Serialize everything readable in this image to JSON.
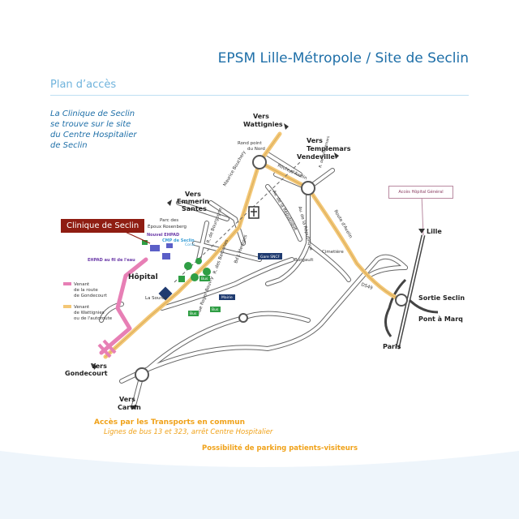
{
  "header": {
    "title": "EPSM Lille-Métropole / Site de Seclin",
    "section": "Plan d’accès"
  },
  "intro": {
    "lines": [
      "La Clinique de Seclin",
      "se trouve sur le site",
      "du Centre Hospitalier",
      "de Seclin"
    ]
  },
  "map": {
    "highlight": "Clinique de Seclin",
    "acces_box": "Accès Hôpital Général",
    "directions": {
      "wattignies": [
        "Vers",
        "Wattignies"
      ],
      "templemars": [
        "Vers",
        "Templemars",
        "Vendeville"
      ],
      "emmerin": [
        "Vers",
        "Emmerin",
        "Santes"
      ],
      "gondecourt": [
        "Vers",
        "Gondecourt"
      ],
      "carvin": [
        "Vers",
        "Carvin"
      ],
      "lille": "Lille",
      "sortie_seclin": "Sortie Seclin",
      "pont_a_marq": "Pont à Marq",
      "paris": "Paris"
    },
    "roads": {
      "rond_point": [
        "Rond point",
        "du Nord"
      ],
      "route_avelin_1": "Route d'Avelin",
      "route_avelin_2": "Route d'Avelin",
      "av_republique_1": "Av. de la République",
      "av_republique_2": "Av. de la République",
      "rue_maurice": "Maurice Bouchery",
      "rue_bourgogne": "R. de Bourgogne",
      "bd_hentges": "Bd J. Hentges",
      "rue_roger_bouvry": "Rue Roger Bouvry",
      "rue_baronnes": "R. des Baronnes",
      "d549": "D549",
      "rue_templemars": "R. de Templemars"
    },
    "places": {
      "parc": [
        "Parc des",
        "Époux Rosenberg"
      ],
      "nouvel_ehpad": "Nouvel EHPAD",
      "cmp": "CMP de Seclin",
      "coral": "Coral",
      "ehpad_fil": "EHPAD au fil de l'eau",
      "hopital": "Hôpital",
      "la_source": "La Source",
      "cimetiere": "Cimetière",
      "burgault": "Burgault",
      "gare": "Gare SNCF",
      "mairie": "Mairie",
      "bus1": "Bus",
      "bus2": "Bus",
      "bus3": "Bus"
    },
    "legend": {
      "pink": [
        "Venant",
        "de la route",
        "de Gondecourt"
      ],
      "yellow": [
        "Venant",
        "de Wattignies",
        "ou de l'autoroute"
      ]
    },
    "colors": {
      "main_route": "#f3c776",
      "gondecourt_route": "#e77fb5",
      "road": "#555555",
      "highlight": "#8f1d12",
      "green": "#2f9e44",
      "navy": "#1f3b70"
    }
  },
  "footer": {
    "transport_title": "Accès par les Transports en commun",
    "bus_lines": "Lignes de bus 13 et 323, arrêt Centre Hospitalier",
    "parking": "Possibilité de parking patients-visiteurs"
  }
}
